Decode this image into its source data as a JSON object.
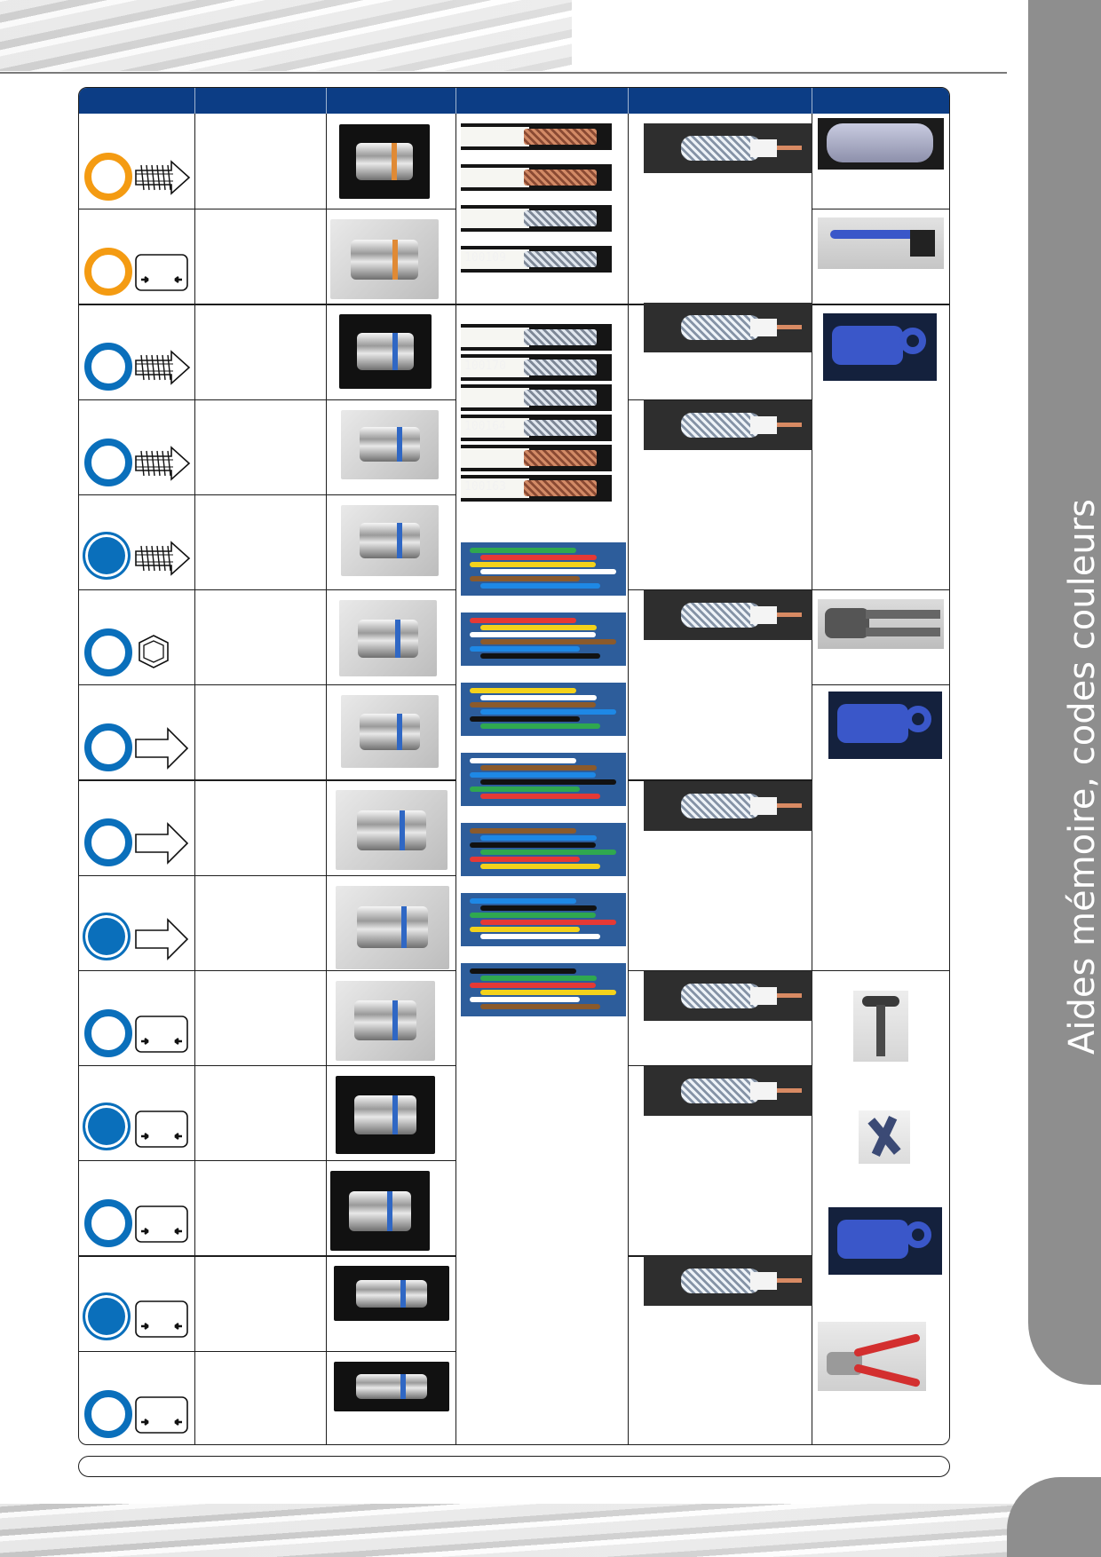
{
  "sidebar": {
    "title": "Aides mémoire, codes couleurs"
  },
  "table": {
    "rows": [
      {
        "ring": "orange",
        "symbol": "grip-arrow",
        "photo": "dark"
      },
      {
        "ring": "orange",
        "symbol": "box-arrows",
        "photo": "light"
      },
      {
        "ring": "blue",
        "symbol": "grip-arrow",
        "photo": "dark"
      },
      {
        "ring": "blue",
        "symbol": "grip-arrow",
        "photo": "light"
      },
      {
        "ring": "blue-filled",
        "symbol": "grip-arrow",
        "photo": "light"
      },
      {
        "ring": "blue",
        "symbol": "hexagon",
        "photo": "light"
      },
      {
        "ring": "blue",
        "symbol": "arrow",
        "photo": "light"
      },
      {
        "ring": "blue",
        "symbol": "arrow",
        "photo": "light"
      },
      {
        "ring": "blue-filled",
        "symbol": "arrow",
        "photo": "light"
      },
      {
        "ring": "blue",
        "symbol": "box-arrows",
        "photo": "light"
      },
      {
        "ring": "blue-filled",
        "symbol": "box-arrows",
        "photo": "dark"
      },
      {
        "ring": "blue",
        "symbol": "box-arrows",
        "photo": "dark"
      },
      {
        "ring": "blue-filled",
        "symbol": "box-arrows",
        "photo": "dark"
      },
      {
        "ring": "blue",
        "symbol": "box-arrows",
        "photo": "dark"
      }
    ],
    "cables_group_1": [
      {
        "code": "",
        "braid": "cu"
      },
      {
        "code": "",
        "braid": "cu"
      },
      {
        "code": "",
        "braid": "al"
      },
      {
        "code": "100109",
        "braid": "al"
      }
    ],
    "cables_group_2": [
      {
        "code": "",
        "braid": "al"
      },
      {
        "code": "100170",
        "braid": "al"
      },
      {
        "code": "",
        "braid": "al"
      },
      {
        "code": "100164",
        "braid": "al"
      },
      {
        "code": "",
        "braid": "cu"
      },
      {
        "code": "100163",
        "braid": "cu"
      }
    ]
  },
  "colors": {
    "header": "#0c3d85",
    "ring_blue": "#0a6fbb",
    "ring_orange": "#f49b12",
    "side_tab": "#8e8e8e"
  }
}
